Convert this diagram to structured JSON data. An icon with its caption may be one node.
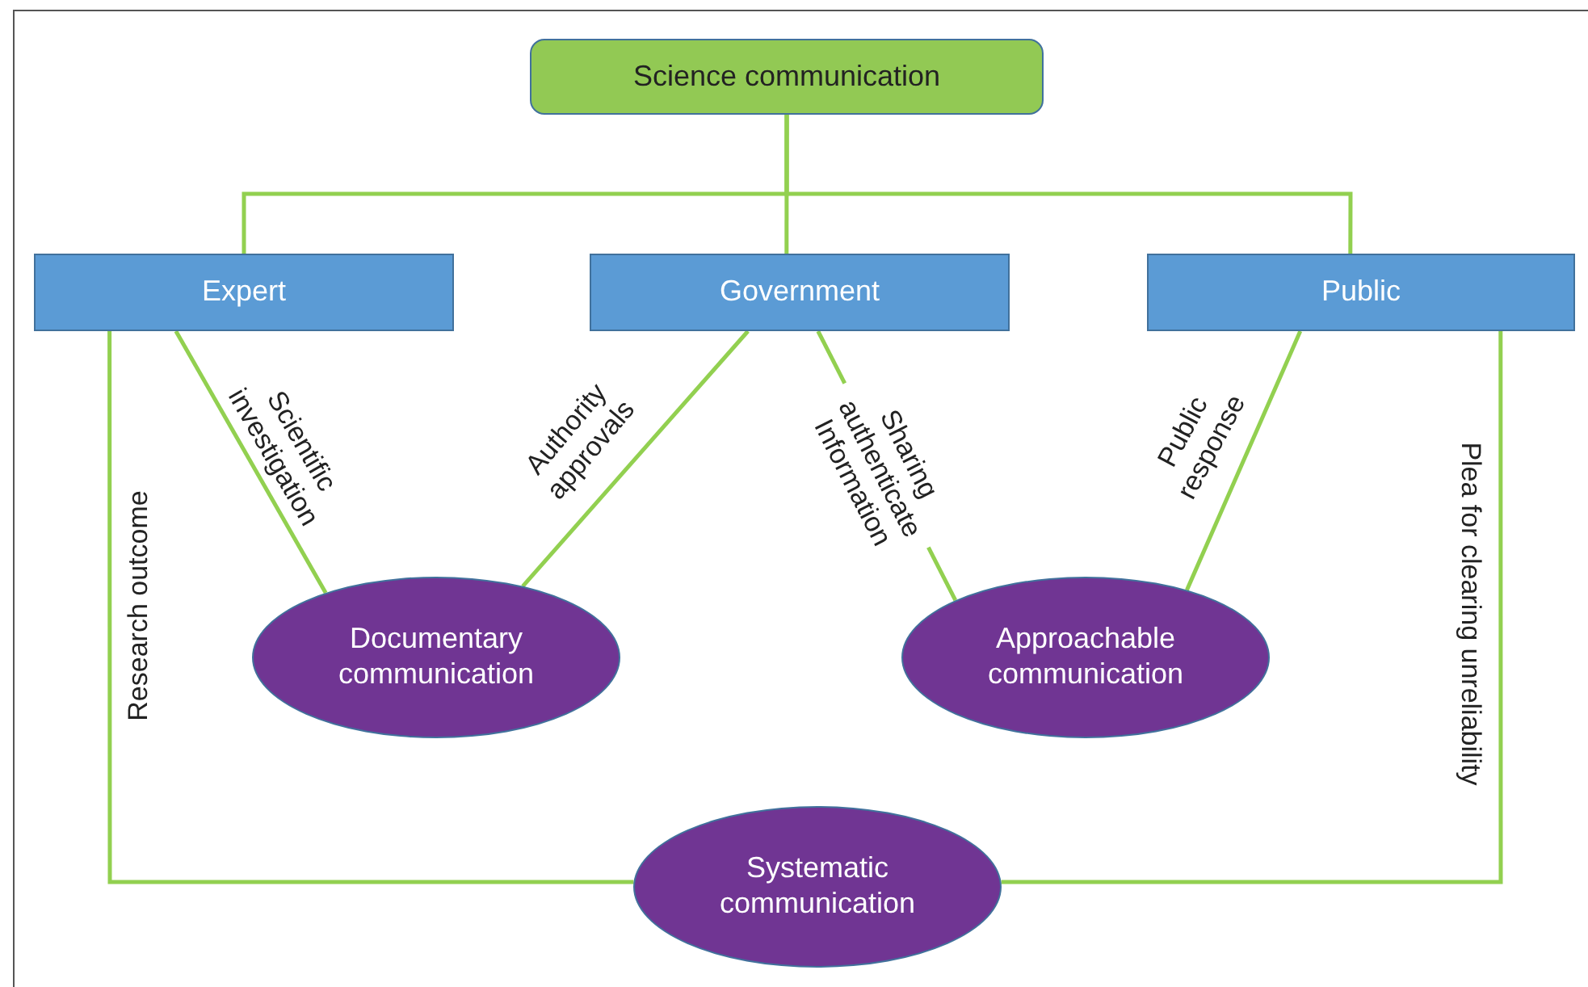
{
  "diagram": {
    "nodes": [
      {
        "text": [
          "Science communication"
        ]
      },
      {
        "text": [
          "Expert"
        ]
      },
      {
        "text": [
          "Government"
        ]
      },
      {
        "text": [
          "Public"
        ]
      },
      {
        "text": [
          "Documentary communication"
        ]
      },
      {
        "text": [
          "Approachable communication"
        ]
      },
      {
        "text": [
          "Systematic communication"
        ]
      }
    ],
    "edges": [
      {
        "from": 0,
        "to": 1,
        "arrow": "none"
      },
      {
        "from": 0,
        "to": 2,
        "arrow": "none"
      },
      {
        "from": 0,
        "to": 3,
        "arrow": "none"
      },
      {
        "from": 1,
        "to": 4,
        "arrow": "none",
        "label": "Scientific investigation"
      },
      {
        "from": 2,
        "to": 4,
        "arrow": "none",
        "label": "Authority approvals"
      },
      {
        "from": 2,
        "to": 5,
        "arrow": "none",
        "label": "Sharing authenticate Information"
      },
      {
        "from": 3,
        "to": 5,
        "arrow": "none",
        "label": "Public response"
      },
      {
        "from": 1,
        "to": 6,
        "arrow": "none",
        "label": "Research outcome"
      },
      {
        "from": 3,
        "to": 6,
        "arrow": "none",
        "label": "Plea for clearing unreliability"
      }
    ]
  }
}
